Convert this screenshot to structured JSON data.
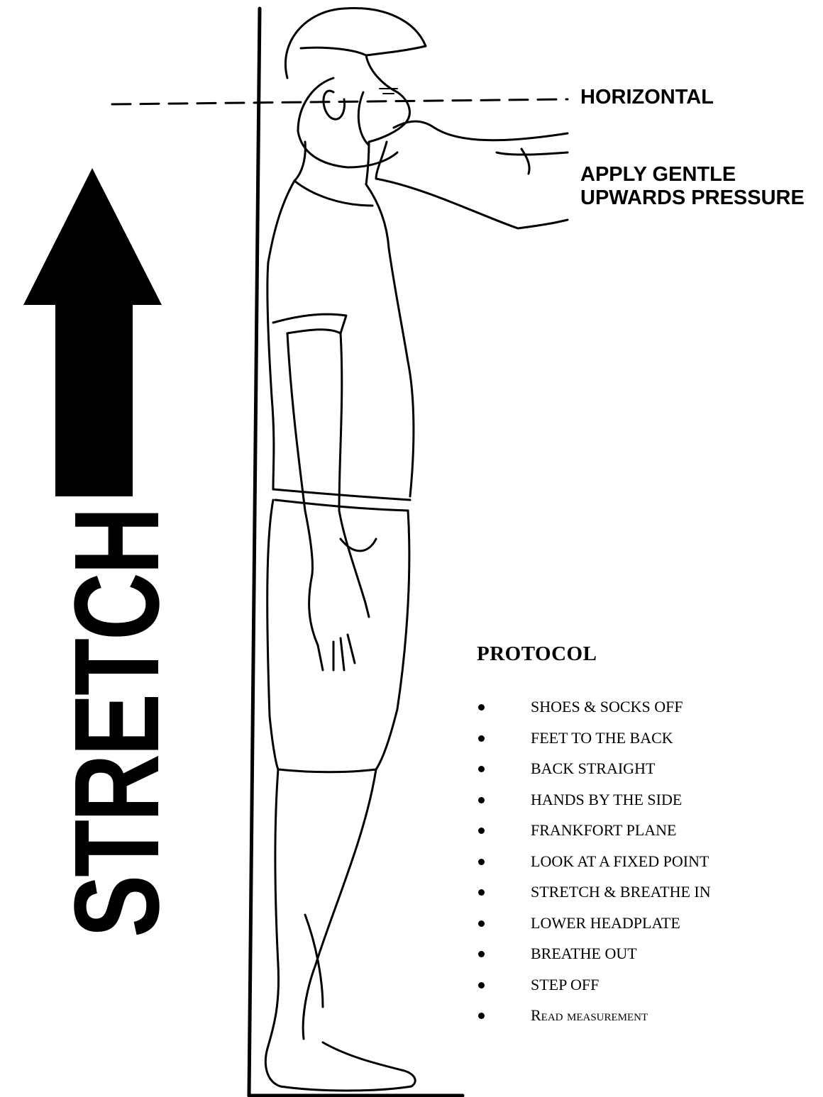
{
  "labels": {
    "horizontal": "HORIZONTAL",
    "pressure": "APPLY GENTLE UPWARDS PRESSURE",
    "stretch": "STRETCH"
  },
  "protocol": {
    "title": "PROTOCOL",
    "items": [
      "SHOES & SOCKS OFF",
      "FEET TO THE BACK",
      "BACK STRAIGHT",
      "HANDS BY THE SIDE",
      "FRANKFORT PLANE",
      "LOOK AT A FIXED POINT",
      "STRETCH  & BREATHE IN",
      "LOWER HEADPLATE",
      "BREATHE OUT",
      "STEP OFF",
      "Read measurement"
    ]
  },
  "icons": [
    "stretch-arrow-icon",
    "person-figure",
    "helper-hand"
  ],
  "colors": {
    "ink": "#000000",
    "background": "#ffffff"
  }
}
